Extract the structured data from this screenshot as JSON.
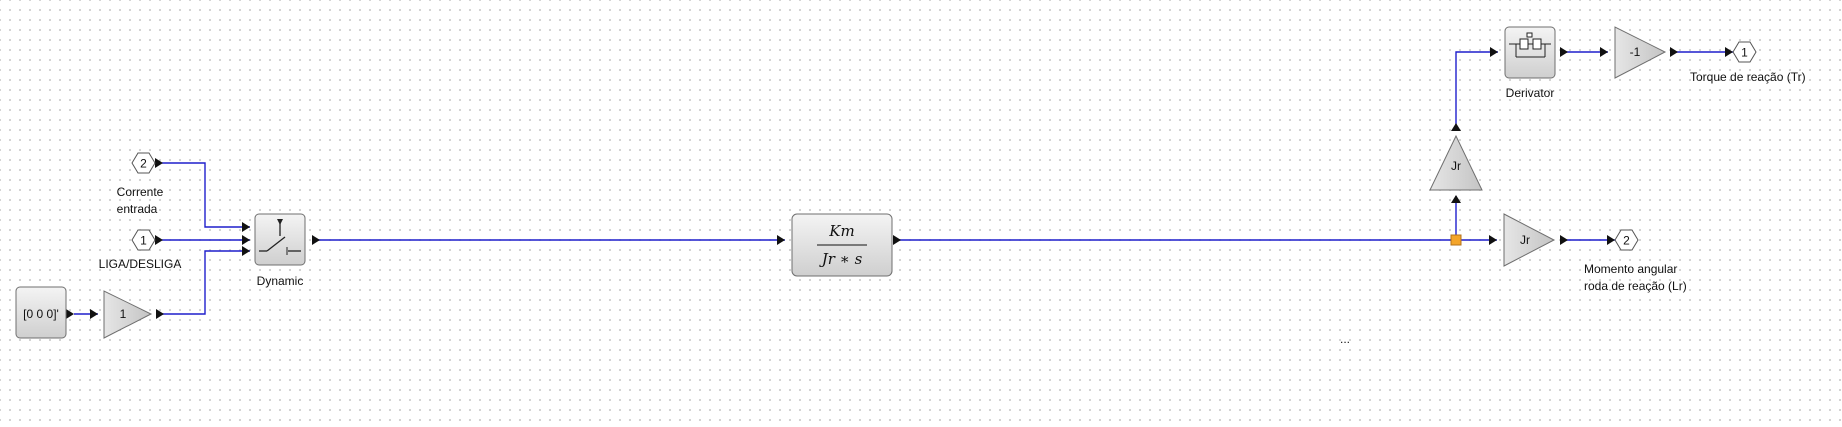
{
  "diagram": {
    "blocks": {
      "const_block": {
        "label": "[0 0 0]'"
      },
      "gain_one": {
        "label": "1"
      },
      "switch": {
        "caption": "Dynamic"
      },
      "transfer": {
        "numerator": "Km",
        "denominator": "Jr ∗ s"
      },
      "gain_jr_up": {
        "label": "Jr"
      },
      "gain_jr_right": {
        "label": "Jr"
      },
      "derivator": {
        "caption": "Derivator"
      },
      "gain_neg": {
        "label": "-1"
      }
    },
    "inputs": {
      "in_corrente": {
        "number": "2",
        "caption_line1": "Corrente",
        "caption_line2": "entrada"
      },
      "in_liga": {
        "number": "1",
        "caption": "LIGA/DESLIGA"
      }
    },
    "outputs": {
      "out_torque": {
        "number": "1",
        "caption": "Torque de reação (Tr)"
      },
      "out_momento": {
        "number": "2",
        "caption_line1": "Momento angular",
        "caption_line2": "roda de reação (Lr)"
      }
    },
    "stray_text": "..."
  }
}
